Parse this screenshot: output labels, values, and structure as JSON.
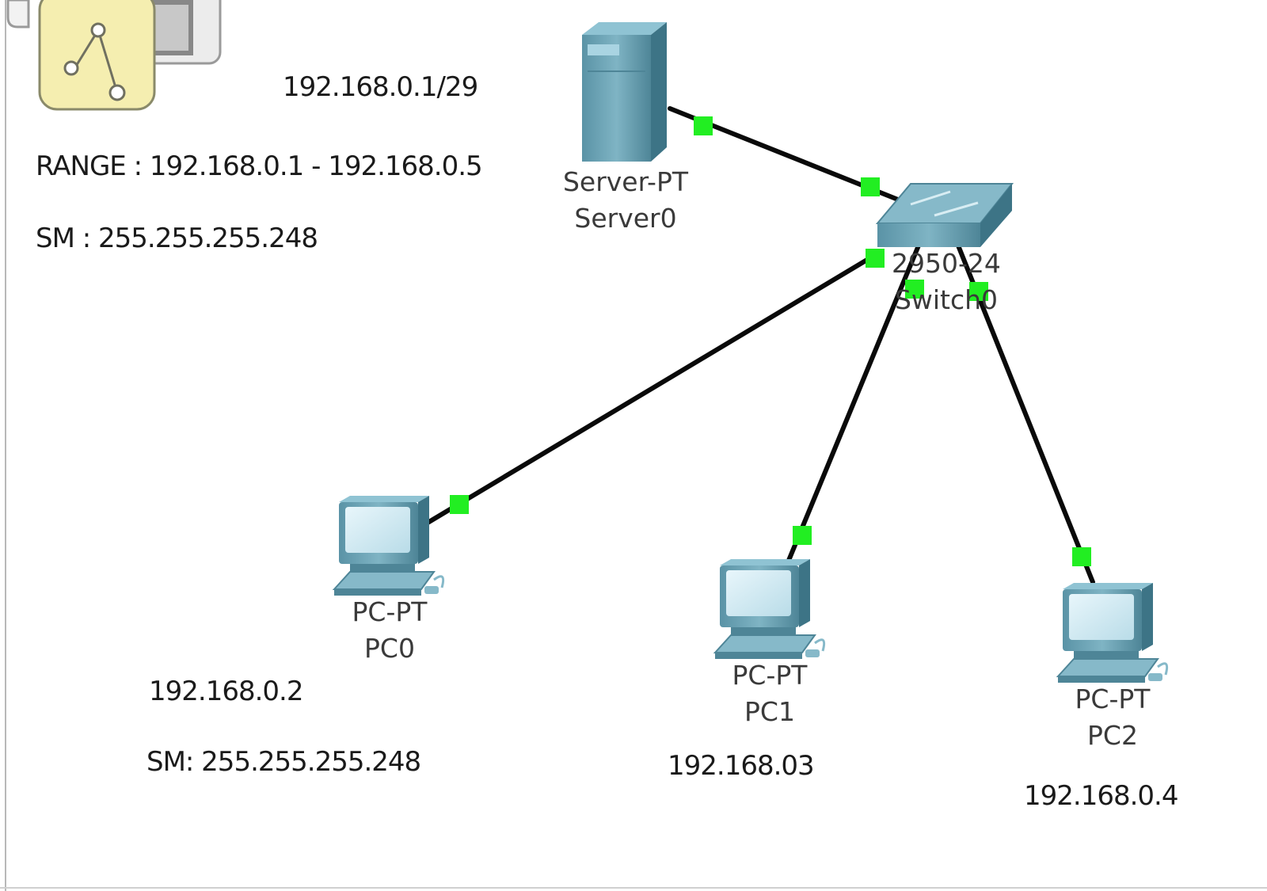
{
  "notes": {
    "network_address": "192.168.0.1/29",
    "range": "RANGE : 192.168.0.1 - 192.168.0.5",
    "subnet_mask": "SM : 255.255.255.248",
    "pc0_ip": "192.168.0.2",
    "pc0_sm": "SM: 255.255.255.248",
    "pc1_ip": "192.168.03",
    "pc2_ip": "192.168.0.4"
  },
  "devices": {
    "server": {
      "model": "Server-PT",
      "name": "Server0"
    },
    "switch": {
      "model": "2950-24",
      "name": "Switch0"
    },
    "pc0": {
      "model": "PC-PT",
      "name": "PC0"
    },
    "pc1": {
      "model": "PC-PT",
      "name": "PC1"
    },
    "pc2": {
      "model": "PC-PT",
      "name": "PC2"
    }
  },
  "colors": {
    "link": "#0a0a0a",
    "port_up": "#22ee22",
    "device_teal": "#5e9db0",
    "palette_yellow": "#f5eeb0"
  },
  "icons": [
    "logical-workspace-icon",
    "server-icon",
    "switch-icon",
    "pc-icon"
  ]
}
